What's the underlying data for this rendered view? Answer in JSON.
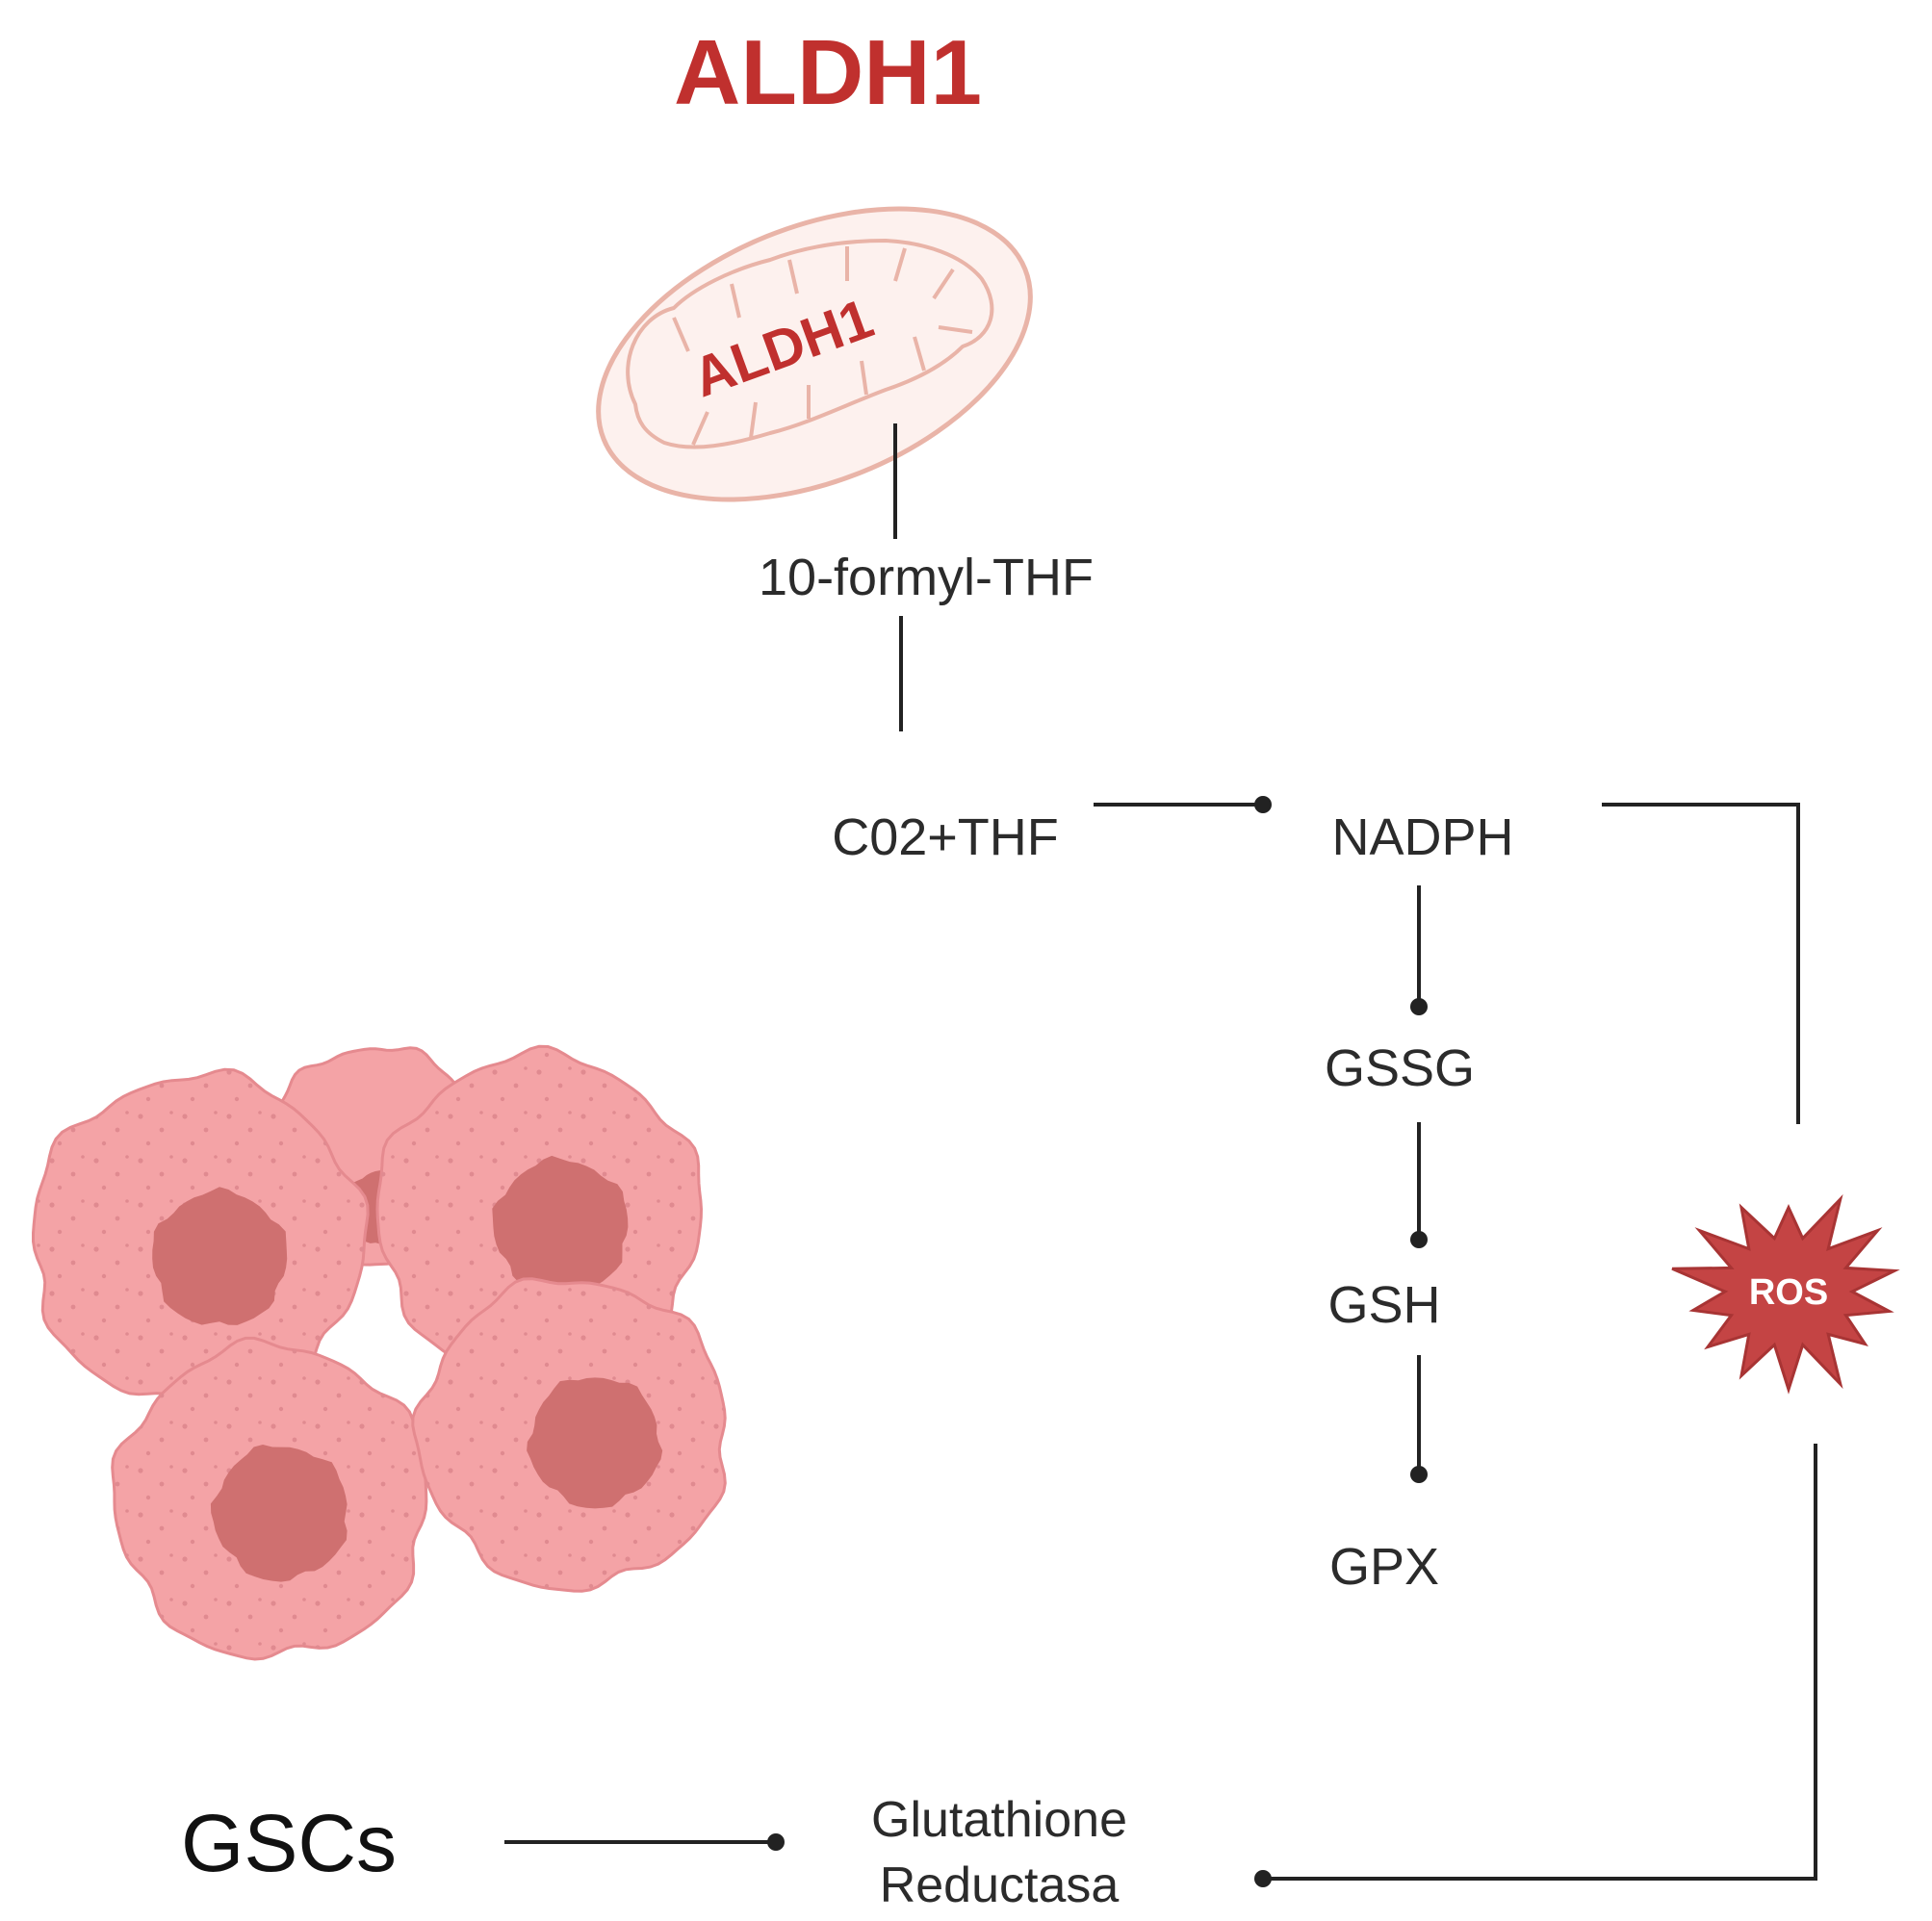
{
  "title": "ALDH1",
  "mitochondrion": {
    "label": "ALDH1"
  },
  "nodes": {
    "formyl_thf": "10-formyl-THF",
    "co2_thf": "C02+THF",
    "nadph": "NADPH",
    "gssg": "GSSG",
    "gsh": "GSH",
    "gpx": "GPX",
    "ros": "ROS",
    "gscs": "GSCs",
    "glutathione_line1": "Glutathione",
    "glutathione_line2": "Reductasa"
  },
  "colors": {
    "title": "#c0302e",
    "ros_burst": "#c44444",
    "cell_body": "#f4a3a6",
    "cell_outline": "#e58a8f",
    "nucleus": "#cf7070",
    "mito_outline": "#e9b4a8",
    "mito_fill": "#fdf1ee",
    "connector": "#222222"
  }
}
